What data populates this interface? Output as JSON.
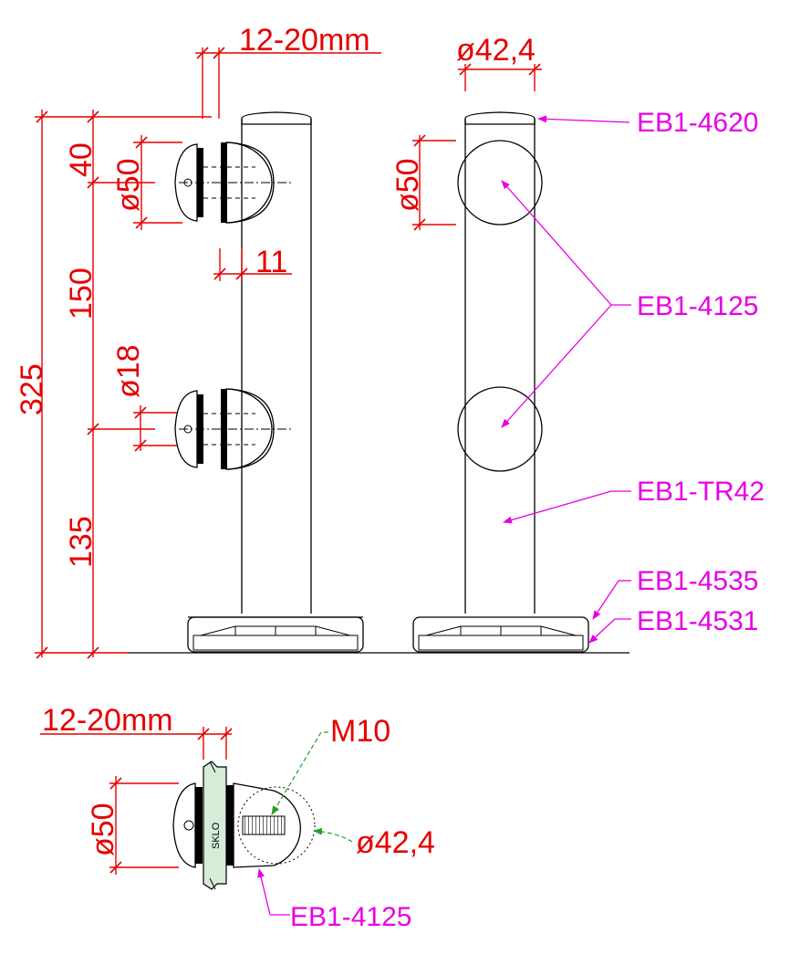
{
  "dimensions": {
    "glass_thickness_top": "12-20mm",
    "post_diameter_top": "ø42,4",
    "overall_height": "325",
    "top_offset": "40",
    "clamp_spacing": "150",
    "bottom_offset": "135",
    "clamp_diameter_left": "ø50",
    "clamp_diameter_right": "ø50",
    "clamp_gap": "11",
    "hole_diameter": "ø18",
    "glass_thickness_bottom": "12-20mm",
    "clamp_diameter_bottom": "ø50",
    "thread": "M10",
    "post_diameter_bottom": "ø42,4"
  },
  "parts": {
    "cap": "EB1-4620",
    "clamp": "EB1-4125",
    "tube": "EB1-TR42",
    "base_cover": "EB1-4535",
    "base_plate": "EB1-4531",
    "clamp_bottom": "EB1-4125"
  },
  "glass_label": "SKLO",
  "colors": {
    "dimension": "#e60000",
    "callout": "#e600e6",
    "leader_green": "#22a022",
    "glass_fill": "#d4ecd8"
  }
}
